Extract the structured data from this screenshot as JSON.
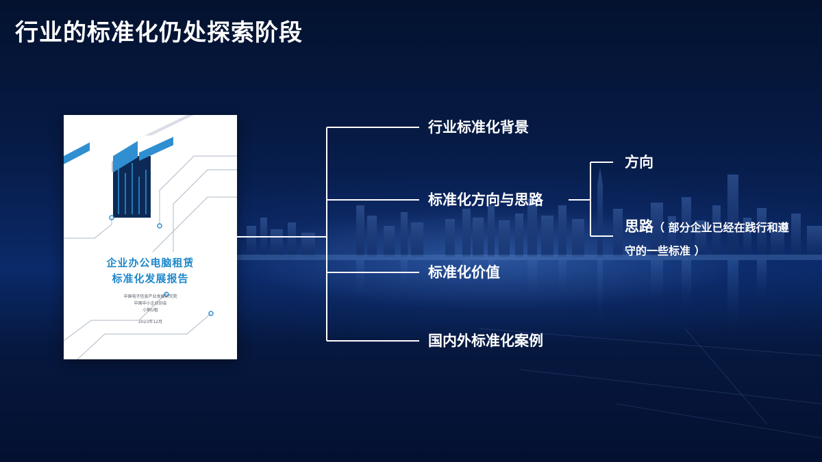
{
  "slide": {
    "title": "行业的标准化仍处探索阶段"
  },
  "report_cover": {
    "title_line1": "企业办公电脑租赁",
    "title_line2": "标准化发展报告",
    "org1": "中国电子信息产业发展研究院",
    "org2": "中国中小企业协会",
    "org3": "小熊U租",
    "date": "2023年12月"
  },
  "tree": {
    "items": [
      {
        "label": "行业标准化背景"
      },
      {
        "label": "标准化方向与思路"
      },
      {
        "label": "标准化价值"
      },
      {
        "label": "国内外标准化案例"
      }
    ],
    "sub": {
      "direction": "方向",
      "approach_label": "思路",
      "approach_note": "（ 部分企业已经在践行和遵守的一些标准 ）"
    }
  },
  "colors": {
    "accent_blue": "#1e88c9",
    "line": "#ffffff",
    "bg_dark": "#04122f"
  }
}
